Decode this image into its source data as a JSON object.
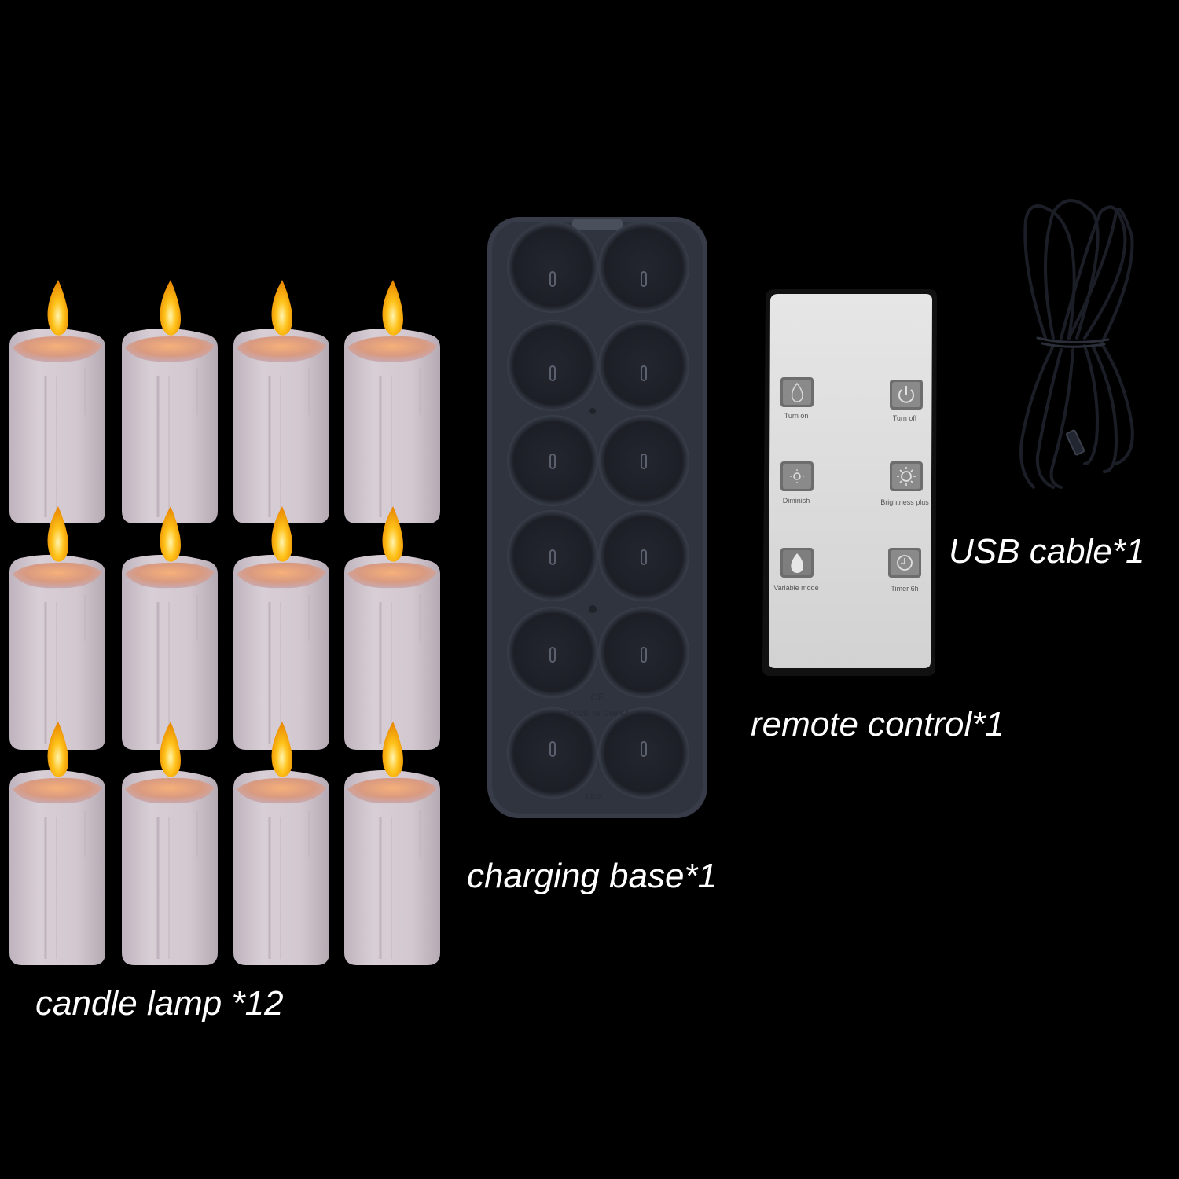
{
  "labels": {
    "candle": "candle lamp *12",
    "base": "charging base*1",
    "remote": "remote control*1",
    "usb": "USB cable*1"
  },
  "remote_buttons": [
    {
      "id": "turn-on",
      "label": "Turn on",
      "icon": "flame-icon"
    },
    {
      "id": "turn-off",
      "label": "Turn off",
      "icon": "power-icon"
    },
    {
      "id": "diminish",
      "label": "Diminish",
      "icon": "sun-small-icon"
    },
    {
      "id": "brightness-plus",
      "label": "Brightness plus",
      "icon": "sun-large-icon"
    },
    {
      "id": "variable-mode",
      "label": "Variable mode",
      "icon": "flame-icon"
    },
    {
      "id": "timer",
      "label": "Timer 6h",
      "icon": "clock-icon"
    }
  ],
  "base_markings": {
    "made_in": "MADE IN CHINA",
    "ce_mark": "CE",
    "led": "LED"
  },
  "colors": {
    "background": "#000000",
    "candle_body": "#d6cbd3",
    "flame": "#ffb300",
    "base": "#333844",
    "remote": "#dcdcdc"
  }
}
